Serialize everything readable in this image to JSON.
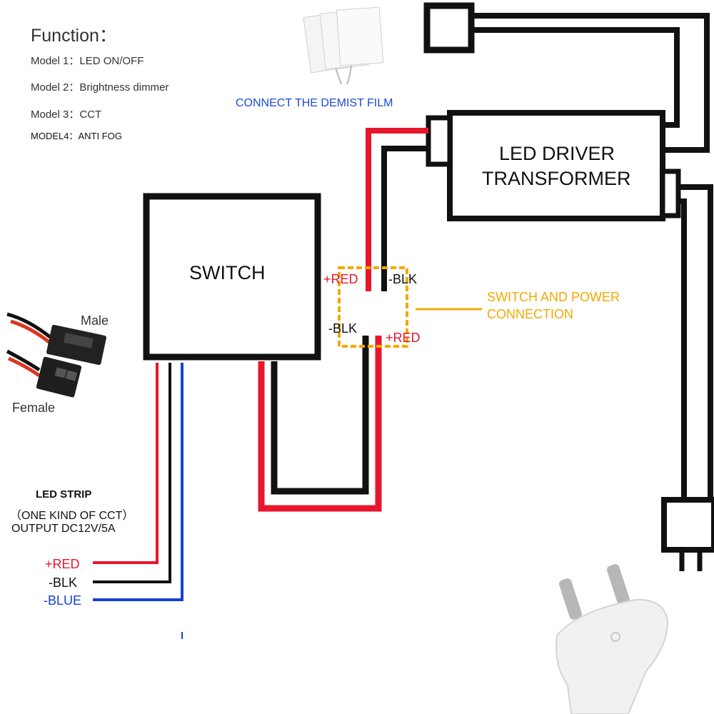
{
  "function_panel": {
    "title": "Function：",
    "model1": "Model 1：LED ON/OFF",
    "model2": "Model 2：Brightness dimmer",
    "model3": "Model 3：CCT",
    "model4": "MODEL4：ANTI FOG"
  },
  "demist": {
    "label": "CONNECT THE DEMIST FILM"
  },
  "switch_box": {
    "label": "SWITCH"
  },
  "driver_box": {
    "line1": "LED DRIVER",
    "line2": "TRANSFORMER"
  },
  "connection": {
    "top_red": "+RED",
    "top_blk": "-BLK",
    "bottom_blk": "-BLK",
    "bottom_red": "+RED",
    "callout_line1": "SWITCH AND POWER",
    "callout_line2": "CONNECTION"
  },
  "connector": {
    "male": "Male",
    "female": "Female"
  },
  "led_strip": {
    "title": "LED STRIP",
    "subtitle": "（ONE KIND OF CCT）",
    "output": "OUTPUT DC12V/5A",
    "red": "+RED",
    "blk": "-BLK",
    "blue": "-BLUE"
  },
  "colors": {
    "wire_red": "#e8162c",
    "wire_black": "#111111",
    "wire_blue": "#1540d8",
    "callout": "#f2a900",
    "demist_text": "#1a4bd6"
  }
}
